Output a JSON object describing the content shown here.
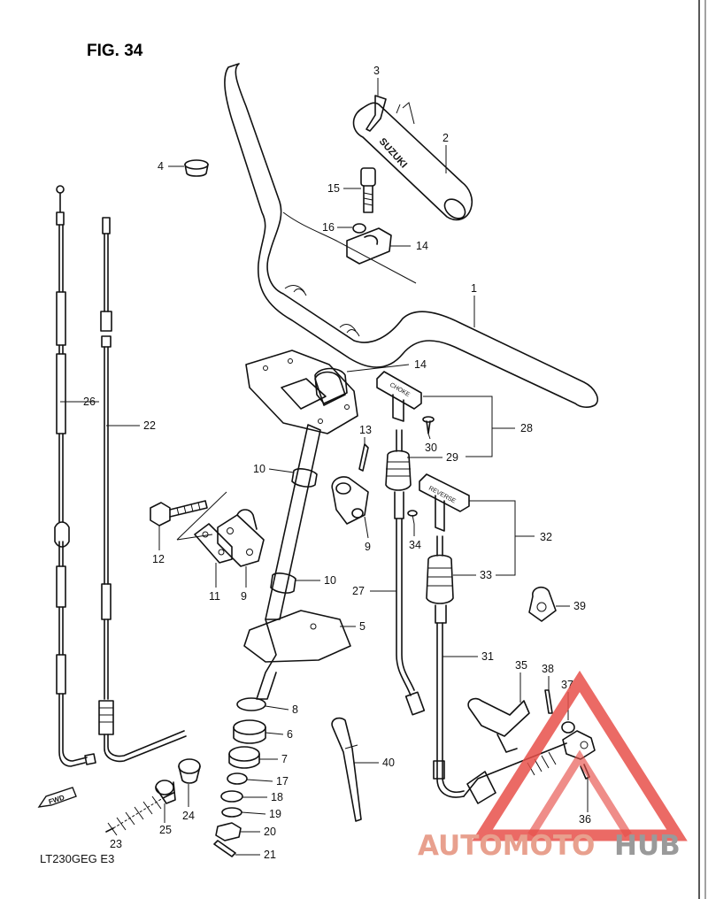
{
  "figure": {
    "title": "FIG. 34",
    "model_code": "LT230GEG E3",
    "fwd_label": "FWD"
  },
  "part_labels": {
    "p1": "1",
    "p2": "2",
    "p3": "3",
    "p4": "4",
    "p5": "5",
    "p6": "6",
    "p7": "7",
    "p8": "8",
    "p9a": "9",
    "p9b": "9",
    "p10a": "10",
    "p10b": "10",
    "p11": "11",
    "p12": "12",
    "p13": "13",
    "p14a": "14",
    "p14b": "14",
    "p15": "15",
    "p16": "16",
    "p17": "17",
    "p18": "18",
    "p19": "19",
    "p20": "20",
    "p21": "21",
    "p22": "22",
    "p23": "23",
    "p24": "24",
    "p25": "25",
    "p26": "26",
    "p27": "27",
    "p28": "28",
    "p29": "29",
    "p30": "30",
    "p31": "31",
    "p32": "32",
    "p33": "33",
    "p34": "34",
    "p35": "35",
    "p36": "36",
    "p37": "37",
    "p38": "38",
    "p39": "39",
    "p40": "40"
  },
  "part_markings": {
    "brand": "SUZUKI",
    "choke": "CHOKE",
    "reverse": "REVERSE"
  },
  "watermark": {
    "text_red": "AUTOMOTO",
    "text_gray": "HUB",
    "color_red": "#e8a08e",
    "color_gray": "#9a9a9a",
    "triangle_color": "#e7504a"
  }
}
